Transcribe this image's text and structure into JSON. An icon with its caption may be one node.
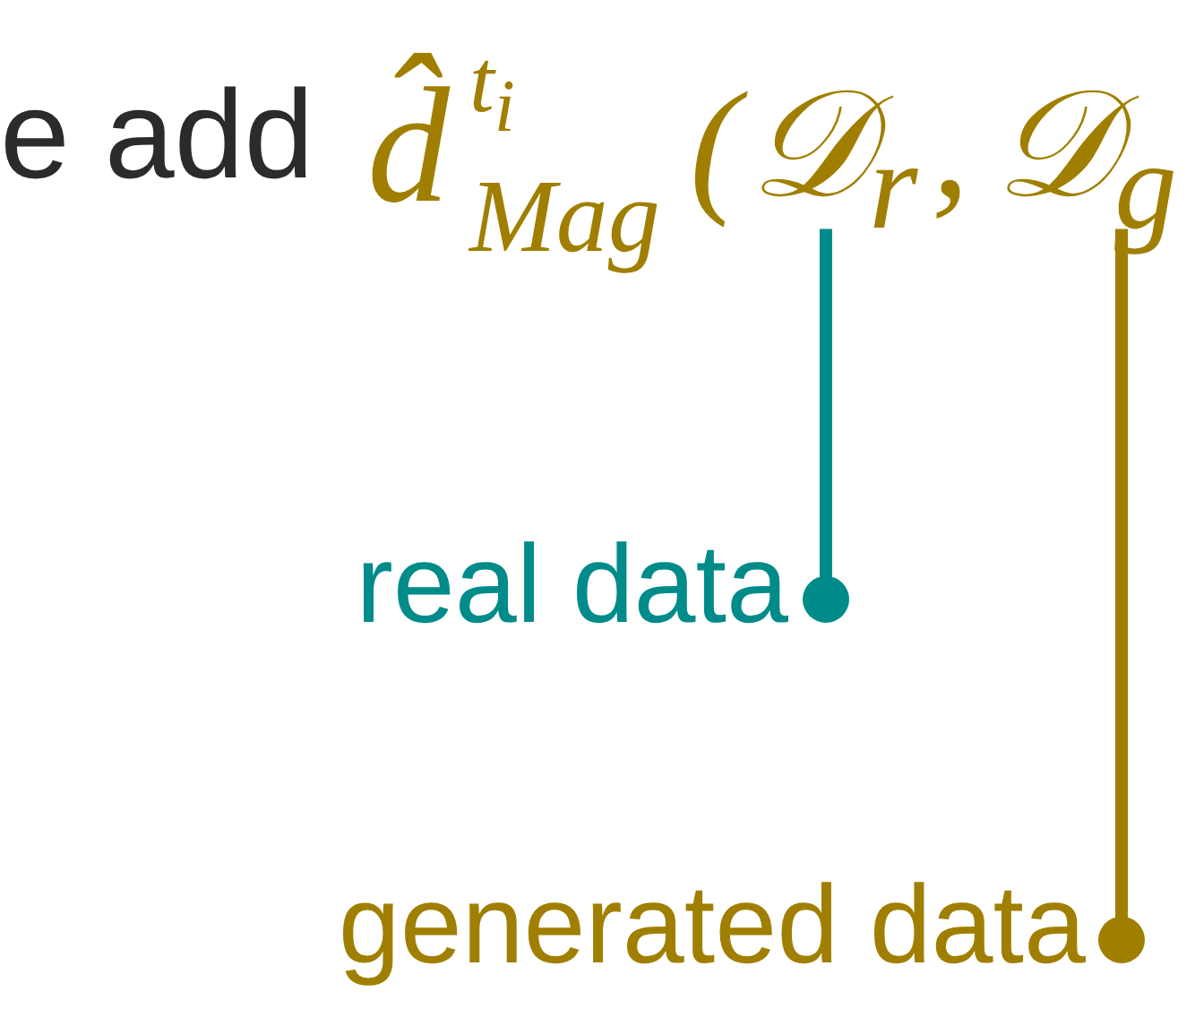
{
  "diagram": {
    "nodes": [
      {
        "text": [
          "real data"
        ]
      },
      {
        "text": [
          "generated data"
        ]
      },
      {
        "text": [
          "𝒟$_{r}$"
        ]
      },
      {
        "text": [
          "𝒟$_{g}$"
        ]
      }
    ],
    "edges": [
      {
        "from": 0,
        "to": 2,
        "arrow": "other",
        "color": "#008b8b"
      },
      {
        "from": 1,
        "to": 3,
        "arrow": "other",
        "color": "#a07f00"
      }
    ],
    "labels": [
      "e add",
      "d̂",
      "t$_{i}$",
      "Mag",
      "(",
      ","
    ]
  }
}
